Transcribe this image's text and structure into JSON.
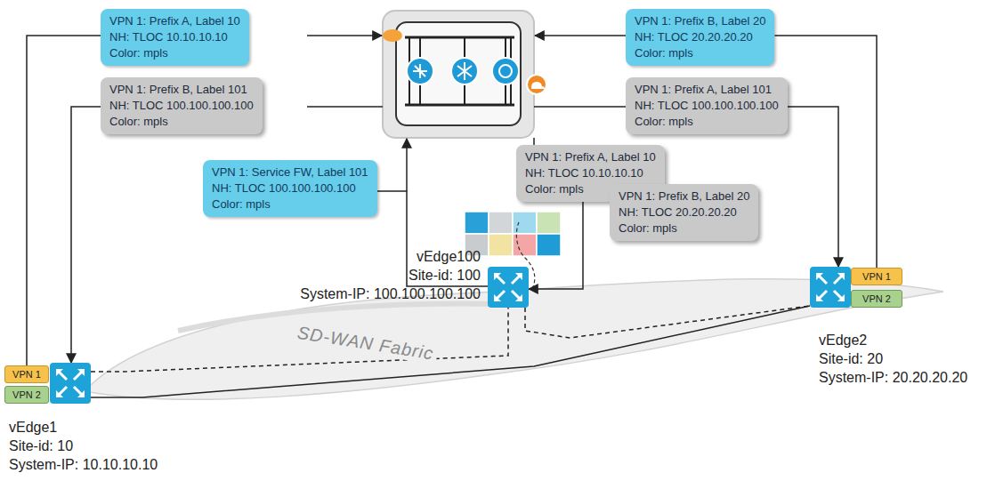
{
  "diagram": {
    "nodes": [
      {
        "text": [
          "VPN 1: Prefix A, Label 10",
          "NH: TLOC 10.10.10.10",
          "Color: mpls"
        ]
      },
      {
        "text": [
          "VPN 1: Prefix B, Label 101",
          "NH: TLOC 100.100.100.100",
          "Color: mpls"
        ]
      },
      {
        "text": [
          "VPN 1: Prefix B, Label 20",
          "NH: TLOC 20.20.20.20",
          "Color: mpls"
        ]
      },
      {
        "text": [
          "VPN 1: Prefix A, Label 101",
          "NH: TLOC 100.100.100.100",
          "Color: mpls"
        ]
      },
      {
        "text": [
          "VPN 1: Service FW, Label 101",
          "NH: TLOC 100.100.100.100",
          "Color: mpls"
        ]
      },
      {
        "text": [
          "VPN 1: Prefix A, Label 10",
          "NH: TLOC 10.10.10.10",
          "Color: mpls"
        ]
      },
      {
        "text": [
          "VPN 1: Prefix B, Label 20",
          "NH: TLOC 20.20.20.20",
          "Color: mpls"
        ]
      },
      {
        "text": [
          "vEdge100",
          "Site-id: 100",
          "System-IP: 100.100.100.100"
        ]
      },
      {
        "text": [
          "vEdge2",
          "Site-id: 20",
          "System-IP: 20.20.20.20"
        ]
      },
      {
        "text": [
          "VPN 1"
        ]
      },
      {
        "text": [
          "VPN 2"
        ]
      },
      {
        "text": [
          "vEdge1",
          "Site-id: 10",
          "System-IP: 10.10.10.10"
        ]
      },
      {
        "text": [
          "VPN 1"
        ]
      },
      {
        "text": [
          "VPN 2"
        ]
      }
    ],
    "edges": [
      {
        "from": 12,
        "to": 0,
        "arrow": "none"
      },
      {
        "from": 1,
        "to": 11,
        "arrow": "to"
      },
      {
        "from": 9,
        "to": 2,
        "arrow": "none"
      },
      {
        "from": 3,
        "to": 8,
        "arrow": "to"
      },
      {
        "from": 7,
        "to": 4,
        "arrow": "none"
      },
      {
        "from": 5,
        "to": 7,
        "arrow": "to"
      },
      {
        "from": 11,
        "to": 8,
        "arrow": "none"
      },
      {
        "from": 11,
        "to": 7,
        "arrow": "none"
      },
      {
        "from": 7,
        "to": 8,
        "arrow": "none"
      }
    ],
    "labels": [
      "SD-WAN Fabric"
    ]
  }
}
